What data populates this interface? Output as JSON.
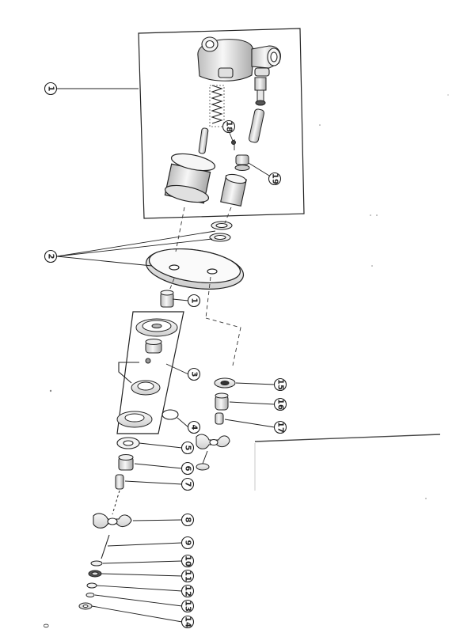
{
  "diagram": {
    "colors": {
      "ink": "#222222",
      "part_fill": "#f4f4f4",
      "part_shade": "#cfcfcf",
      "background": "#ffffff"
    },
    "callouts": {
      "c1": "1",
      "c1b": "1",
      "c2": "2",
      "c3": "3",
      "c4": "4",
      "c5": "5",
      "c6": "6",
      "c7": "7",
      "c8": "8",
      "c9": "9",
      "c10": "10",
      "c11": "11",
      "c12": "12",
      "c13": "13",
      "c14": "14",
      "c15": "15",
      "c16": "16",
      "c17": "17",
      "c18": "18",
      "c19": "19"
    },
    "footer_mark": "0"
  }
}
